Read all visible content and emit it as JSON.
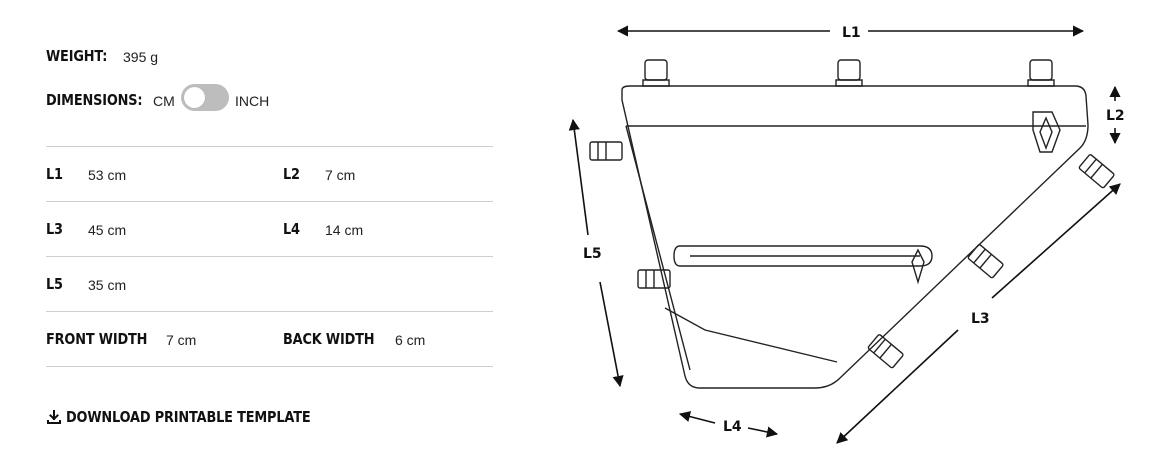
{
  "specs": {
    "weight_label": "WEIGHT:",
    "weight_value": "395 g",
    "dimensions_label": "DIMENSIONS:",
    "unit_cm": "CM",
    "unit_inch": "INCH",
    "toggle_selected": "CM"
  },
  "measurements": [
    {
      "label": "L1",
      "value": "53 cm"
    },
    {
      "label": "L2",
      "value": "7 cm"
    },
    {
      "label": "L3",
      "value": "45 cm"
    },
    {
      "label": "L4",
      "value": "14 cm"
    },
    {
      "label": "L5",
      "value": "35 cm"
    },
    {
      "label": "FRONT WIDTH",
      "value": "7 cm"
    },
    {
      "label": "BACK WIDTH",
      "value": "6 cm"
    }
  ],
  "download": {
    "label": "DOWNLOAD PRINTABLE TEMPLATE",
    "icon": "download-icon"
  },
  "diagram": {
    "labels": {
      "l1": "L1",
      "l2": "L2",
      "l3": "L3",
      "l4": "L4",
      "l5": "L5"
    },
    "stroke_color": "#222222"
  }
}
